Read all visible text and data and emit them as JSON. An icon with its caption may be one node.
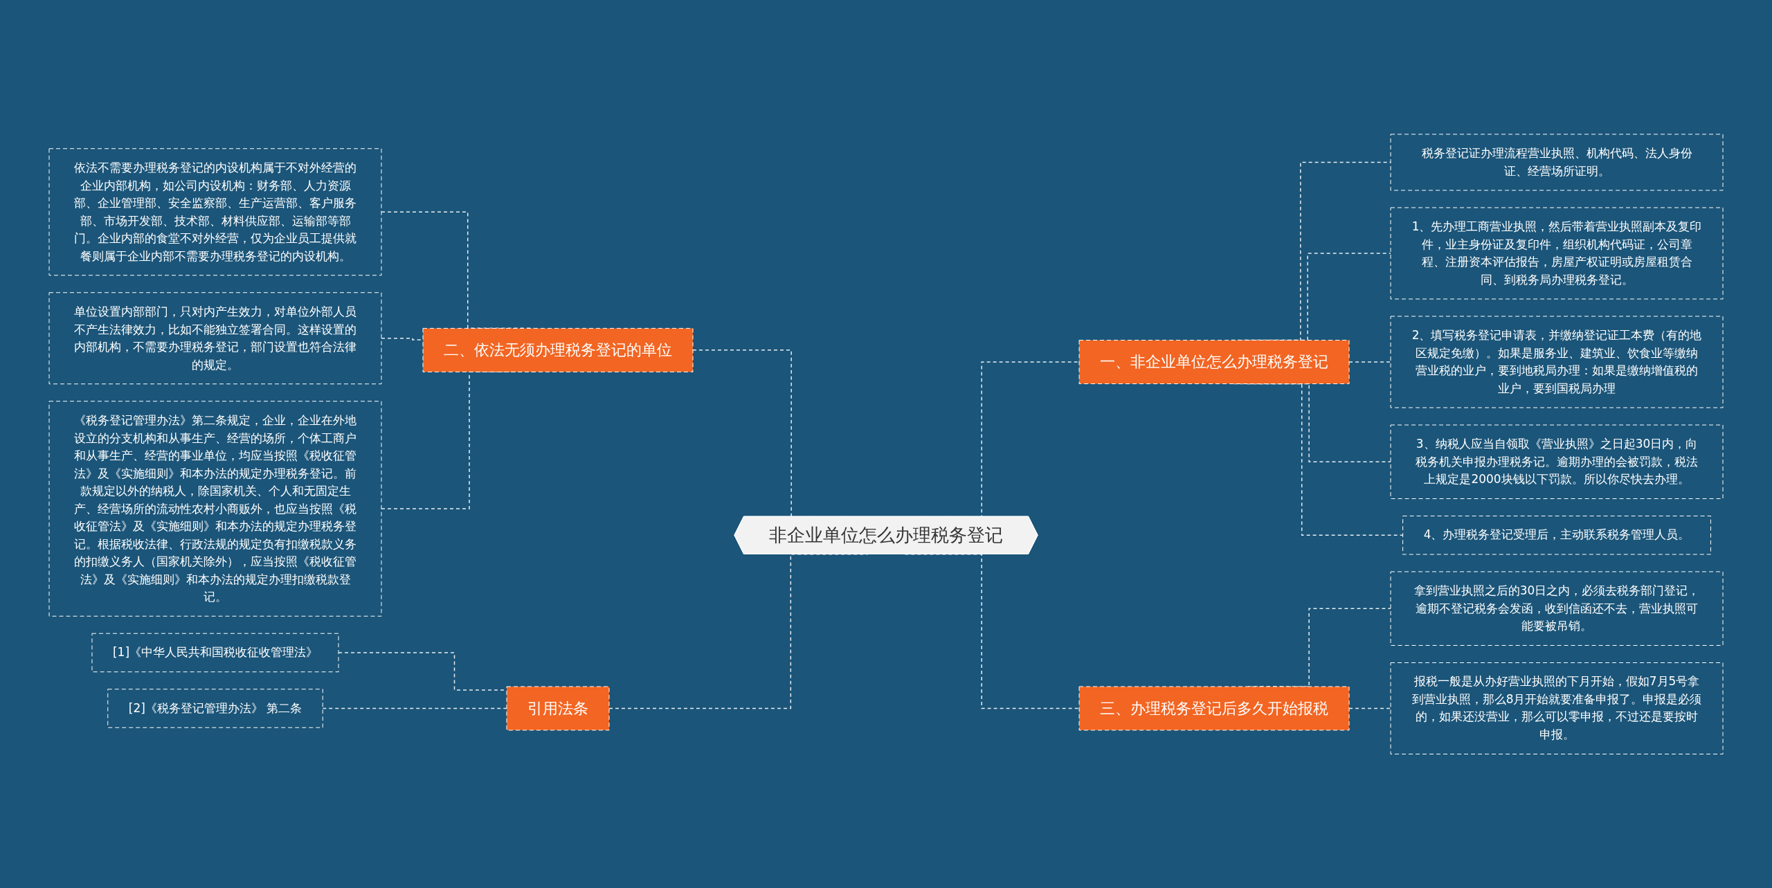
{
  "diagram": {
    "nodes": [
      {
        "text": [
          "非企业单位怎么办理税务登记"
        ]
      },
      {
        "text": [
          "一、非企业单位怎么办理税务登记"
        ]
      },
      {
        "text": [
          "税务登记证办理流程营业执照、机构代码、法人身份证、经营场所证明。"
        ]
      },
      {
        "text": [
          "1、先办理工商营业执照，然后带着营业执照副本及复印件，业主身份证及复印件，组织机构代码证，公司章程、注册资本评估报告，房屋产权证明或房屋租赁合同、到税务局办理税务登记。"
        ]
      },
      {
        "text": [
          "2、填写税务登记申请表，并缴纳登记证工本费（有的地区规定免缴）。如果是服务业、建筑业、饮食业等缴纳营业税的业户，要到地税局办理：如果是缴纳增值税的业户，要到国税局办理"
        ]
      },
      {
        "text": [
          "3、纳税人应当自领取《营业执照》之日起30日内，向税务机关申报办理税务记。逾期办理的会被罚款，税法上规定是2000块钱以下罚款。所以你尽快去办理。"
        ]
      },
      {
        "text": [
          "4、办理税务登记受理后，主动联系税务管理人员。"
        ]
      },
      {
        "text": [
          "三、办理税务登记后多久开始报税"
        ]
      },
      {
        "text": [
          "拿到营业执照之后的30日之内，必须去税务部门登记，逾期不登记税务会发函，收到信函还不去，营业执照可能要被吊销。"
        ]
      },
      {
        "text": [
          "报税一般是从办好营业执照的下月开始，假如7月5号拿到营业执照，那么8月开始就要准备申报了。申报是必须的，如果还没营业，那么可以零申报，不过还是要按时申报。"
        ]
      },
      {
        "text": [
          "二、依法无须办理税务登记的单位"
        ]
      },
      {
        "text": [
          "依法不需要办理税务登记的内设机构属于不对外经营的企业内部机构，如公司内设机构：财务部、人力资源部、企业管理部、安全监察部、生产运营部、客户服务部、市场开发部、技术部、材料供应部、运输部等部门。企业内部的食堂不对外经营，仅为企业员工提供就餐则属于企业内部不需要办理税务登记的内设机构。"
        ]
      },
      {
        "text": [
          "单位设置内部部门，只对内产生效力，对单位外部人员不产生法律效力，比如不能独立签署合同。这样设置的内部机构，不需要办理税务登记，部门设置也符合法律的规定。"
        ]
      },
      {
        "text": [
          "《税务登记管理办法》第二条规定，企业，企业在外地设立的分支机构和从事生产、经营的场所，个体工商户和从事生产、经营的事业单位，均应当按照《税收征管法》及《实施细则》和本办法的规定办理税务登记。前款规定以外的纳税人，除国家机关、个人和无固定生产、经营场所的流动性农村小商贩外，也应当按照《税收征管法》及《实施细则》和本办法的规定办理税务登记。根据税收法律、行政法规的规定负有扣缴税款义务的扣缴义务人（国家机关除外），应当按照《税收征管法》及《实施细则》和本办法的规定办理扣缴税款登记。"
        ]
      },
      {
        "text": [
          "引用法条"
        ]
      },
      {
        "text": [
          "[1]《中华人民共和国税收征收管理法》"
        ]
      },
      {
        "text": [
          "[2]《税务登记管理办法》 第二条"
        ]
      }
    ],
    "edges": [
      {
        "from": 0,
        "to": 1,
        "arrow": "none",
        "style": "dashed"
      },
      {
        "from": 1,
        "to": 2,
        "arrow": "none",
        "style": "dashed"
      },
      {
        "from": 1,
        "to": 3,
        "arrow": "none",
        "style": "dashed"
      },
      {
        "from": 1,
        "to": 4,
        "arrow": "none",
        "style": "dashed"
      },
      {
        "from": 1,
        "to": 5,
        "arrow": "none",
        "style": "dashed"
      },
      {
        "from": 1,
        "to": 6,
        "arrow": "none",
        "style": "dashed"
      },
      {
        "from": 0,
        "to": 7,
        "arrow": "none",
        "style": "dashed"
      },
      {
        "from": 7,
        "to": 8,
        "arrow": "none",
        "style": "dashed"
      },
      {
        "from": 7,
        "to": 9,
        "arrow": "none",
        "style": "dashed"
      },
      {
        "from": 10,
        "to": 0,
        "arrow": "none",
        "style": "dashed"
      },
      {
        "from": 11,
        "to": 10,
        "arrow": "none",
        "style": "dashed"
      },
      {
        "from": 12,
        "to": 10,
        "arrow": "none",
        "style": "dashed"
      },
      {
        "from": 13,
        "to": 10,
        "arrow": "none",
        "style": "dashed"
      },
      {
        "from": 14,
        "to": 0,
        "arrow": "none",
        "style": "dashed"
      },
      {
        "from": 15,
        "to": 14,
        "arrow": "none",
        "style": "dashed"
      },
      {
        "from": 16,
        "to": 14,
        "arrow": "none",
        "style": "dashed"
      }
    ]
  }
}
